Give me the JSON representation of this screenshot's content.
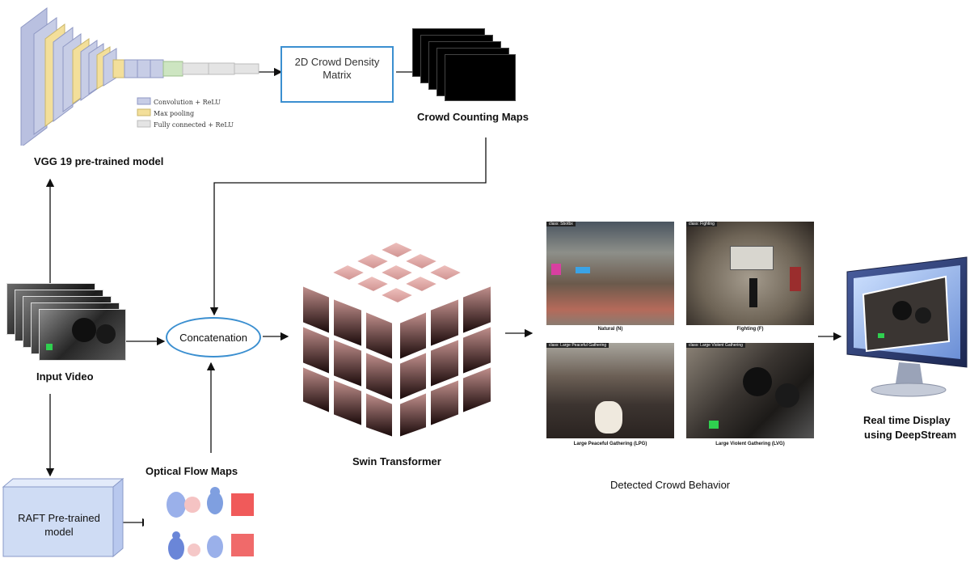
{
  "vgg": {
    "title": "VGG 19 pre-trained model",
    "legend": [
      "Convolution + ReLU",
      "Max pooling",
      "Fully connected + ReLU"
    ]
  },
  "density_box": {
    "label": "2D Crowd Density Matrix"
  },
  "counting_maps": {
    "title": "Crowd Counting Maps"
  },
  "input_video": {
    "title": "Input Video"
  },
  "concat": {
    "label": "Concatenation"
  },
  "optical_flow": {
    "title": "Optical Flow Maps"
  },
  "raft": {
    "label": "RAFT Pre-trained model"
  },
  "swin": {
    "title": "Swin Transformer"
  },
  "behaviors": {
    "title": "Detected Crowd Behavior",
    "panels": [
      {
        "caption": "Natural (N)",
        "tag": "class: Sbotbx"
      },
      {
        "caption": "Fighting (F)",
        "tag": "class: Fighting"
      },
      {
        "caption": "Large Peaceful Gathering (LPG)",
        "tag": "class: Large Peaceful Gathering"
      },
      {
        "caption": "Large Violent Gathering (LVG)",
        "tag": "class: Large Violent Gathering"
      }
    ]
  },
  "display": {
    "title_line1": "Real time Display",
    "title_line2": "using DeepStream"
  },
  "colors": {
    "conv": "#c7cde6",
    "pool": "#f3df9a",
    "fc": "#dcdcdc",
    "density_border": "#3b8fd0",
    "ellipse_border": "#3b8fd0",
    "raft_fill": "#cfdcf4",
    "cube_top": "#e8b8b5",
    "cube_bottom": "#120505"
  }
}
